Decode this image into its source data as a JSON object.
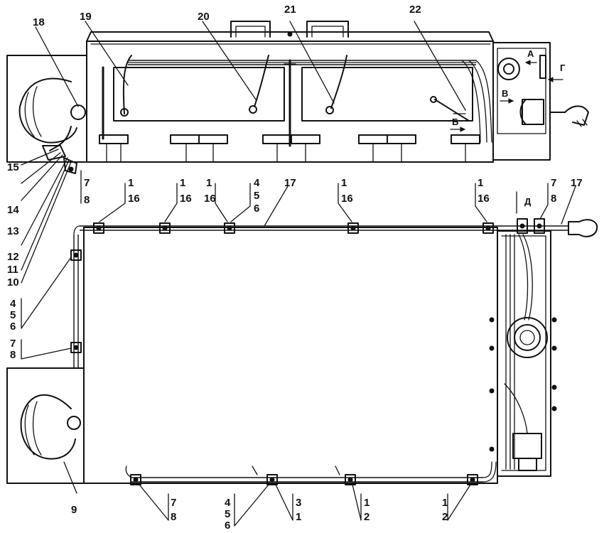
{
  "callouts": {
    "c18": "18",
    "c19": "19",
    "c20": "20",
    "c21": "21",
    "c22": "22",
    "c15": "15",
    "c14": "14",
    "c13": "13",
    "c12": "12",
    "c11": "11",
    "c10": "10",
    "c7a": "7",
    "c8a": "8",
    "t1a_1": "1",
    "t1a_2": "16",
    "t1b_1": "1",
    "t1b_2": "16",
    "t1c_1": "1",
    "t1c_2": "16",
    "t456a_1": "4",
    "t456a_2": "5",
    "t456a_3": "6",
    "c17a": "17",
    "t1d_1": "1",
    "t1d_2": "16",
    "t1e_1": "1",
    "t1e_2": "16",
    "t78b_1": "7",
    "t78b_2": "8",
    "c17b": "17",
    "l456_1": "4",
    "l456_2": "5",
    "l456_3": "6",
    "l78_1": "7",
    "l78_2": "8",
    "c9": "9",
    "b78_1": "7",
    "b78_2": "8",
    "b456_1": "4",
    "b456_2": "5",
    "b456_3": "6",
    "b31_1": "3",
    "b31_2": "1",
    "b12a_1": "1",
    "b12a_2": "2",
    "b12b_1": "1",
    "b12b_2": "2"
  },
  "arrows": {
    "A": "А",
    "G": "Г",
    "V": "В",
    "B": "Б",
    "D": "Д"
  }
}
